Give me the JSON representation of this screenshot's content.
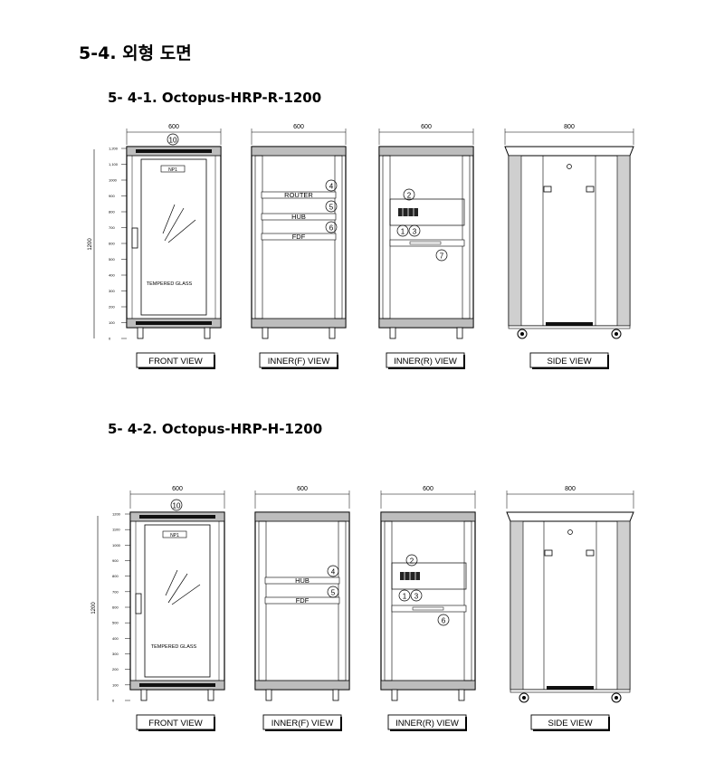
{
  "heading": "5-4. 외형 도면",
  "sections": [
    {
      "title": "5- 4-1. Octopus-HRP-R-1200",
      "front": {
        "width_label": "600",
        "height_label": "1200",
        "scale_ticks": [
          "1,200",
          "1,100",
          "1000",
          "900",
          "800",
          "700",
          "600",
          "500",
          "400",
          "300",
          "200",
          "100",
          "0"
        ],
        "callout": "10",
        "nameplate": "NP1",
        "glass_label": "TEMPERED GLASS",
        "view_label": "FRONT  VIEW"
      },
      "inner_front": {
        "width_label": "600",
        "callouts": [
          "4",
          "5",
          "6"
        ],
        "items": [
          "ROUTER",
          "HUB",
          "FDF"
        ],
        "view_label": "INNER(F)  VIEW"
      },
      "inner_rear": {
        "width_label": "600",
        "callouts": [
          "2",
          "1",
          "3",
          "7"
        ],
        "view_label": "INNER(R)  VIEW"
      },
      "side": {
        "width_label": "800",
        "view_label": "SIDE  VIEW"
      }
    },
    {
      "title": "5- 4-2. Octopus-HRP-H-1200",
      "front": {
        "width_label": "600",
        "height_label": "1200",
        "scale_ticks": [
          "1200",
          "1100",
          "1000",
          "900",
          "800",
          "700",
          "600",
          "500",
          "400",
          "300",
          "200",
          "100",
          "0"
        ],
        "callout": "10",
        "nameplate": "NP1",
        "glass_label": "TEMPERED GLASS",
        "view_label": "FRONT  VIEW"
      },
      "inner_front": {
        "width_label": "600",
        "callouts": [
          "4",
          "5"
        ],
        "items": [
          "HUB",
          "FDF"
        ],
        "view_label": "INNER(F)  VIEW"
      },
      "inner_rear": {
        "width_label": "600",
        "callouts": [
          "2",
          "1",
          "3",
          "6"
        ],
        "view_label": "INNER(R)  VIEW"
      },
      "side": {
        "width_label": "800",
        "view_label": "SIDE  VIEW"
      }
    }
  ]
}
